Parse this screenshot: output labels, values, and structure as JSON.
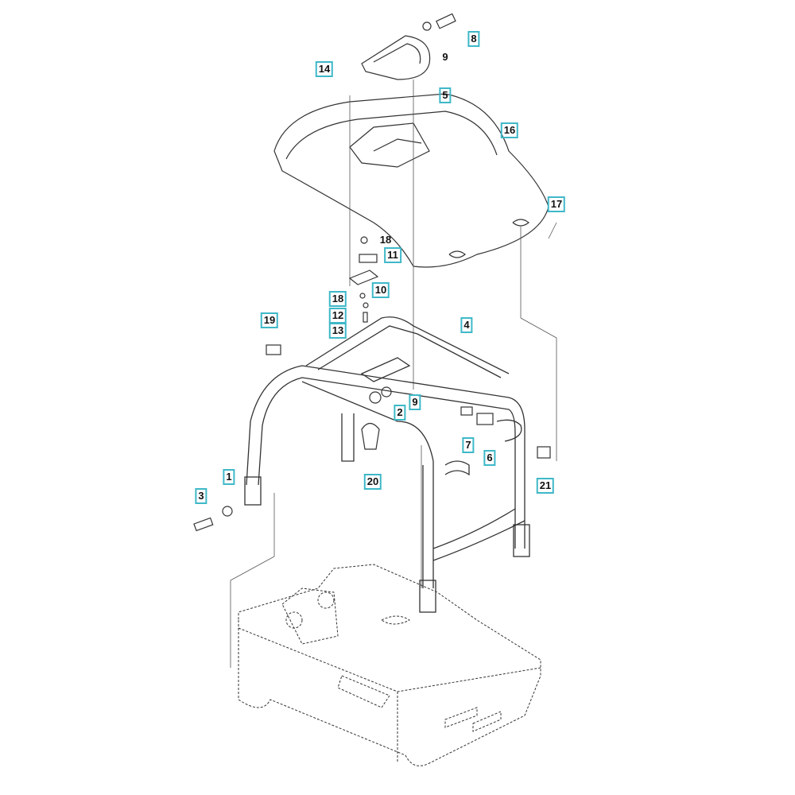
{
  "diagram": {
    "type": "exploded-parts-diagram",
    "accent_color": "#3fb8c8",
    "callouts": [
      {
        "id": "8",
        "boxed": true
      },
      {
        "id": "9",
        "boxed": false
      },
      {
        "id": "5",
        "boxed": true
      },
      {
        "id": "14",
        "boxed": true
      },
      {
        "id": "16",
        "boxed": true
      },
      {
        "id": "17",
        "boxed": true
      },
      {
        "id": "18",
        "boxed": false
      },
      {
        "id": "11",
        "boxed": true
      },
      {
        "id": "10",
        "boxed": true
      },
      {
        "id": "18",
        "boxed": true
      },
      {
        "id": "12",
        "boxed": true
      },
      {
        "id": "13",
        "boxed": true
      },
      {
        "id": "19",
        "boxed": true
      },
      {
        "id": "4",
        "boxed": true
      },
      {
        "id": "9",
        "boxed": true
      },
      {
        "id": "2",
        "boxed": true
      },
      {
        "id": "7",
        "boxed": true
      },
      {
        "id": "6",
        "boxed": true
      },
      {
        "id": "21",
        "boxed": true
      },
      {
        "id": "20",
        "boxed": true
      },
      {
        "id": "1",
        "boxed": true
      },
      {
        "id": "3",
        "boxed": true
      }
    ]
  }
}
